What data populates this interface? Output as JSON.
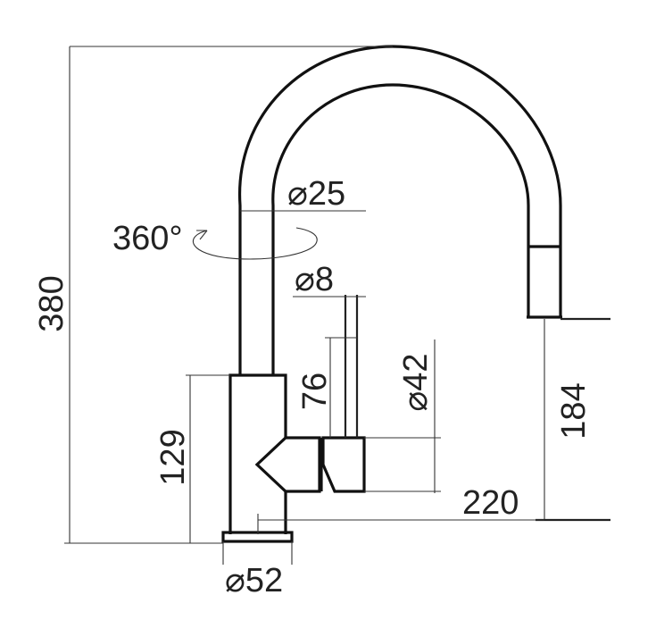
{
  "diagram": {
    "labels": {
      "height_total": "380",
      "spout_diameter": "⌀25",
      "rotation": "360°",
      "lever_diameter": "⌀8",
      "lever_height": "76",
      "body_diameter": "⌀42",
      "body_height": "129",
      "outlet_height": "184",
      "reach": "220",
      "base_diameter": "⌀52"
    },
    "colors": {
      "line": "#111111",
      "background": "#ffffff"
    }
  }
}
